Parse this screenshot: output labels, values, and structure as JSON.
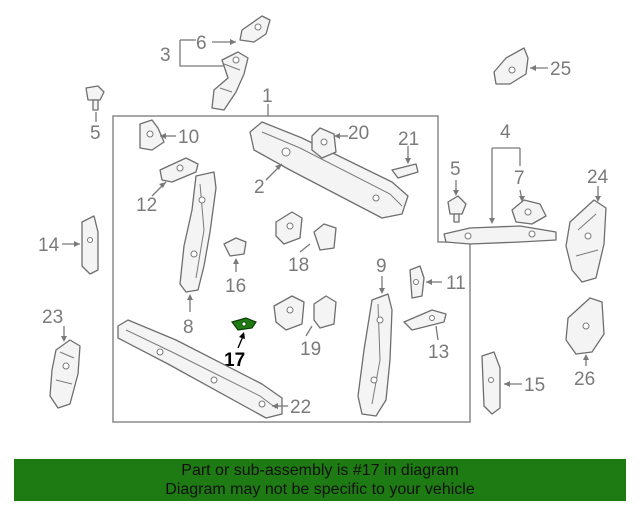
{
  "callouts": {
    "c1": "1",
    "c2": "2",
    "c3": "3",
    "c4": "4",
    "c5a": "5",
    "c5b": "5",
    "c6": "6",
    "c7": "7",
    "c8": "8",
    "c9": "9",
    "c10": "10",
    "c11": "11",
    "c12": "12",
    "c13": "13",
    "c14": "14",
    "c15": "15",
    "c16": "16",
    "c17": "17",
    "c18": "18",
    "c19": "19",
    "c20": "20",
    "c21": "21",
    "c22": "22",
    "c23": "23",
    "c24": "24",
    "c25": "25",
    "c26": "26"
  },
  "highlight": {
    "part": "17",
    "color": "#1e7a12"
  },
  "banner": {
    "line1": "Part or sub-assembly is #17 in diagram",
    "line2": "Diagram may not be specific to your vehicle",
    "background": "#1e7a12"
  }
}
